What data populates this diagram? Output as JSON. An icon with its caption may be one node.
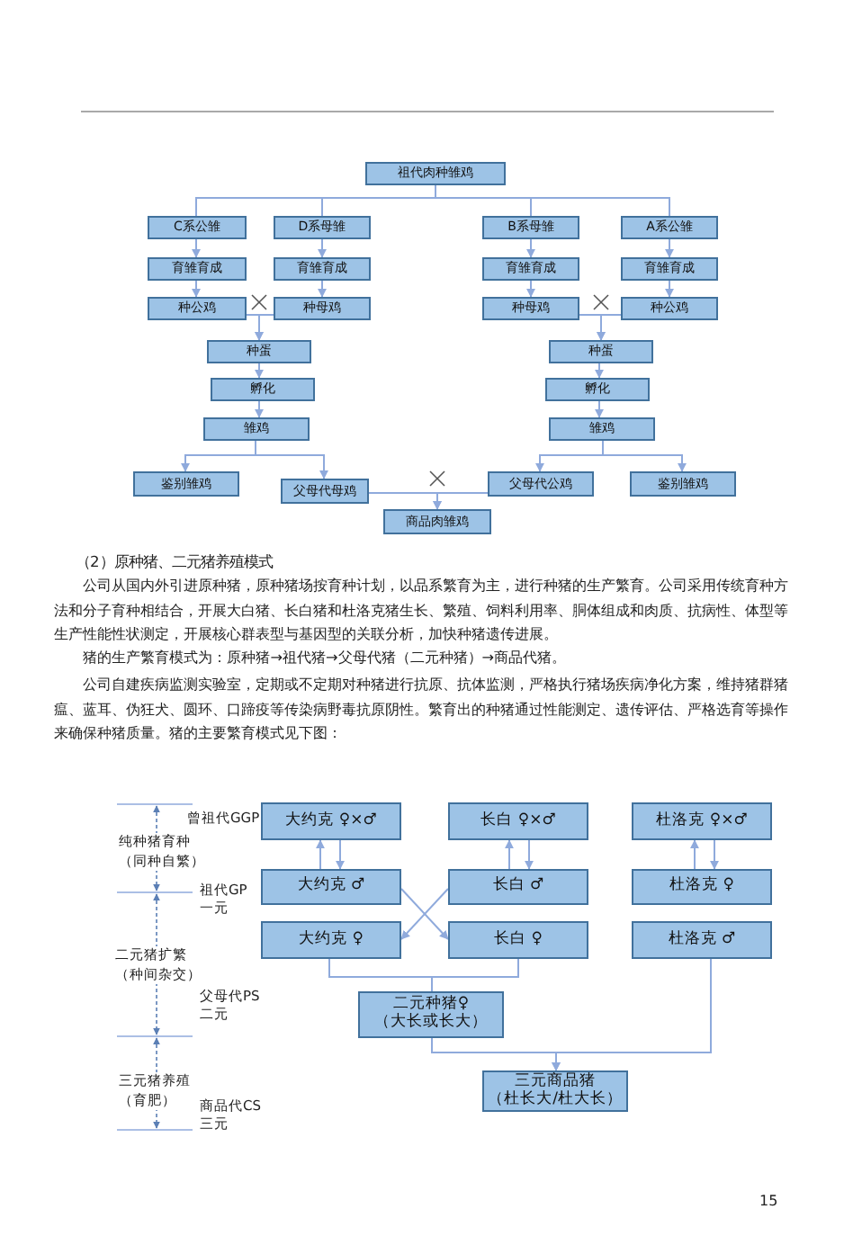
{
  "diagram": {
    "nodes": [
      {
        "text": [
          "祖代肉种雏鸡"
        ]
      },
      {
        "text": [
          "C系公雏"
        ]
      },
      {
        "text": [
          "D系母雏"
        ]
      },
      {
        "text": [
          "B系母雏"
        ]
      },
      {
        "text": [
          "A系公雏"
        ]
      },
      {
        "text": [
          "育雏育成"
        ]
      },
      {
        "text": [
          "育雏育成"
        ]
      },
      {
        "text": [
          "育雏育成"
        ]
      },
      {
        "text": [
          "育雏育成"
        ]
      },
      {
        "text": [
          "种公鸡"
        ]
      },
      {
        "text": [
          "种母鸡"
        ]
      },
      {
        "text": [
          "种母鸡"
        ]
      },
      {
        "text": [
          "种公鸡"
        ]
      },
      {
        "text": [
          "种蛋"
        ]
      },
      {
        "text": [
          "孵化"
        ]
      },
      {
        "text": [
          "雏鸡"
        ]
      },
      {
        "text": [
          "种蛋"
        ]
      },
      {
        "text": [
          "孵化"
        ]
      },
      {
        "text": [
          "雏鸡"
        ]
      },
      {
        "text": [
          "鉴别雏鸡"
        ]
      },
      {
        "text": [
          "父母代母鸡"
        ]
      },
      {
        "text": [
          "父母代公鸡"
        ]
      },
      {
        "text": [
          "鉴别雏鸡"
        ]
      },
      {
        "text": [
          "商品肉雏鸡"
        ]
      },
      {
        "text": [
          "大约克 ♀×♂"
        ]
      },
      {
        "text": [
          "长白 ♀×♂"
        ]
      },
      {
        "text": [
          "杜洛克 ♀×♂"
        ]
      },
      {
        "text": [
          "大约克 ♂"
        ]
      },
      {
        "text": [
          "长白 ♂"
        ]
      },
      {
        "text": [
          "杜洛克 ♀"
        ]
      },
      {
        "text": [
          "大约克 ♀"
        ]
      },
      {
        "text": [
          "长白 ♀"
        ]
      },
      {
        "text": [
          "杜洛克 ♂"
        ]
      },
      {
        "text": [
          "二元种猪♀（大长或长大）"
        ]
      },
      {
        "text": [
          "三元商品猪（杜长大/杜大长）"
        ]
      }
    ],
    "edges": [
      {
        "from": 0,
        "to": 1,
        "arrow": "none"
      },
      {
        "from": 0,
        "to": 2,
        "arrow": "none"
      },
      {
        "from": 0,
        "to": 3,
        "arrow": "none"
      },
      {
        "from": 0,
        "to": 4,
        "arrow": "none"
      },
      {
        "from": 1,
        "to": 5,
        "arrow": "to"
      },
      {
        "from": 5,
        "to": 9,
        "arrow": "to"
      },
      {
        "from": 2,
        "to": 6,
        "arrow": "to"
      },
      {
        "from": 6,
        "to": 10,
        "arrow": "to"
      },
      {
        "from": 3,
        "to": 7,
        "arrow": "to"
      },
      {
        "from": 7,
        "to": 11,
        "arrow": "to"
      },
      {
        "from": 4,
        "to": 8,
        "arrow": "to"
      },
      {
        "from": 8,
        "to": 12,
        "arrow": "to"
      },
      {
        "from": 9,
        "to": 13,
        "arrow": "to"
      },
      {
        "from": 10,
        "to": 13,
        "arrow": "to"
      },
      {
        "from": 11,
        "to": 16,
        "arrow": "to"
      },
      {
        "from": 12,
        "to": 16,
        "arrow": "to"
      },
      {
        "from": 13,
        "to": 14,
        "arrow": "to"
      },
      {
        "from": 14,
        "to": 15,
        "arrow": "to"
      },
      {
        "from": 16,
        "to": 17,
        "arrow": "to"
      },
      {
        "from": 17,
        "to": 18,
        "arrow": "to"
      },
      {
        "from": 15,
        "to": 19,
        "arrow": "to"
      },
      {
        "from": 15,
        "to": 20,
        "arrow": "to"
      },
      {
        "from": 18,
        "to": 21,
        "arrow": "to"
      },
      {
        "from": 18,
        "to": 22,
        "arrow": "to"
      },
      {
        "from": 20,
        "to": 23,
        "arrow": "to"
      },
      {
        "from": 21,
        "to": 23,
        "arrow": "to"
      },
      {
        "from": 27,
        "to": 24,
        "arrow": "to"
      },
      {
        "from": 24,
        "to": 27,
        "arrow": "to"
      },
      {
        "from": 28,
        "to": 25,
        "arrow": "to"
      },
      {
        "from": 25,
        "to": 28,
        "arrow": "to"
      },
      {
        "from": 29,
        "to": 26,
        "arrow": "to"
      },
      {
        "from": 26,
        "to": 29,
        "arrow": "to"
      },
      {
        "from": 27,
        "to": 31,
        "arrow": "to"
      },
      {
        "from": 28,
        "to": 30,
        "arrow": "to"
      },
      {
        "from": 30,
        "to": 33,
        "arrow": "none"
      },
      {
        "from": 31,
        "to": 33,
        "arrow": "none"
      },
      {
        "from": 33,
        "to": 34,
        "arrow": "to"
      },
      {
        "from": 32,
        "to": 34,
        "arrow": "to"
      }
    ],
    "labels": [
      "（2）原种猪、二元猪养殖模式",
      "公司从国内外引进原种猪，原种猪场按育种计划，以品系繁育为主，进行种猪的生产繁育。公司采用传统育种方法和分子育种相结合，开展大白猪、长白猪和杜洛克猪生长、繁殖、饲料利用率、胴体组成和肉质、抗病性、体型等生产性能性状测定，开展核心群表型与基因型的关联分析，加快种猪遗传进展。",
      "猪的生产繁育模式为：原种猪→祖代猪→父母代猪（二元种猪）→商品代猪。",
      "公司自建疾病监测实验室，定期或不定期对种猪进行抗原、抗体监测，严格执行猪场疾病净化方案，维持猪群猪瘟、蓝耳、伪狂犬、圆环、口蹄疫等传染病野毒抗原阴性。繁育出的种猪通过性能测定、遗传评估、严格选育等操作来确保种猪质量。猪的主要繁育模式见下图：",
      "曾祖代GGP",
      "纯种猪育种（同种自繁）",
      "祖代GP 一元",
      "二元猪扩繁（种间杂交）",
      "父母代PS 二元",
      "三元猪养殖（育肥）",
      "商品代CS 三元",
      "15"
    ]
  }
}
